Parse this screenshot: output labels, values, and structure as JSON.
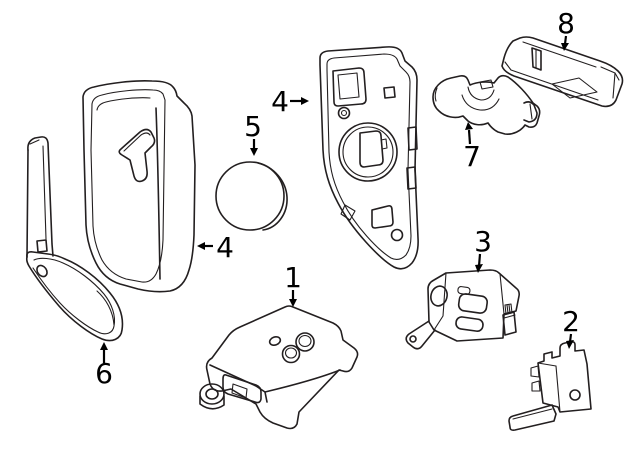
{
  "diagram": {
    "type": "parts-line-diagram",
    "background": "#ffffff",
    "line_color": "#231f20",
    "label_color": "#000000",
    "callouts": [
      {
        "number": "1",
        "target": "receiver-module"
      },
      {
        "number": "2",
        "target": "small-mounting-bracket"
      },
      {
        "number": "3",
        "target": "mounting-bracket"
      },
      {
        "number": "4",
        "target": "key-fob-shell"
      },
      {
        "number": "4",
        "target": "key-fob-transmitter"
      },
      {
        "number": "5",
        "target": "coin-cell-battery"
      },
      {
        "number": "6",
        "target": "emergency-key-blade"
      },
      {
        "number": "7",
        "target": "retainer-clip"
      },
      {
        "number": "8",
        "target": "mounting-tray"
      }
    ]
  }
}
